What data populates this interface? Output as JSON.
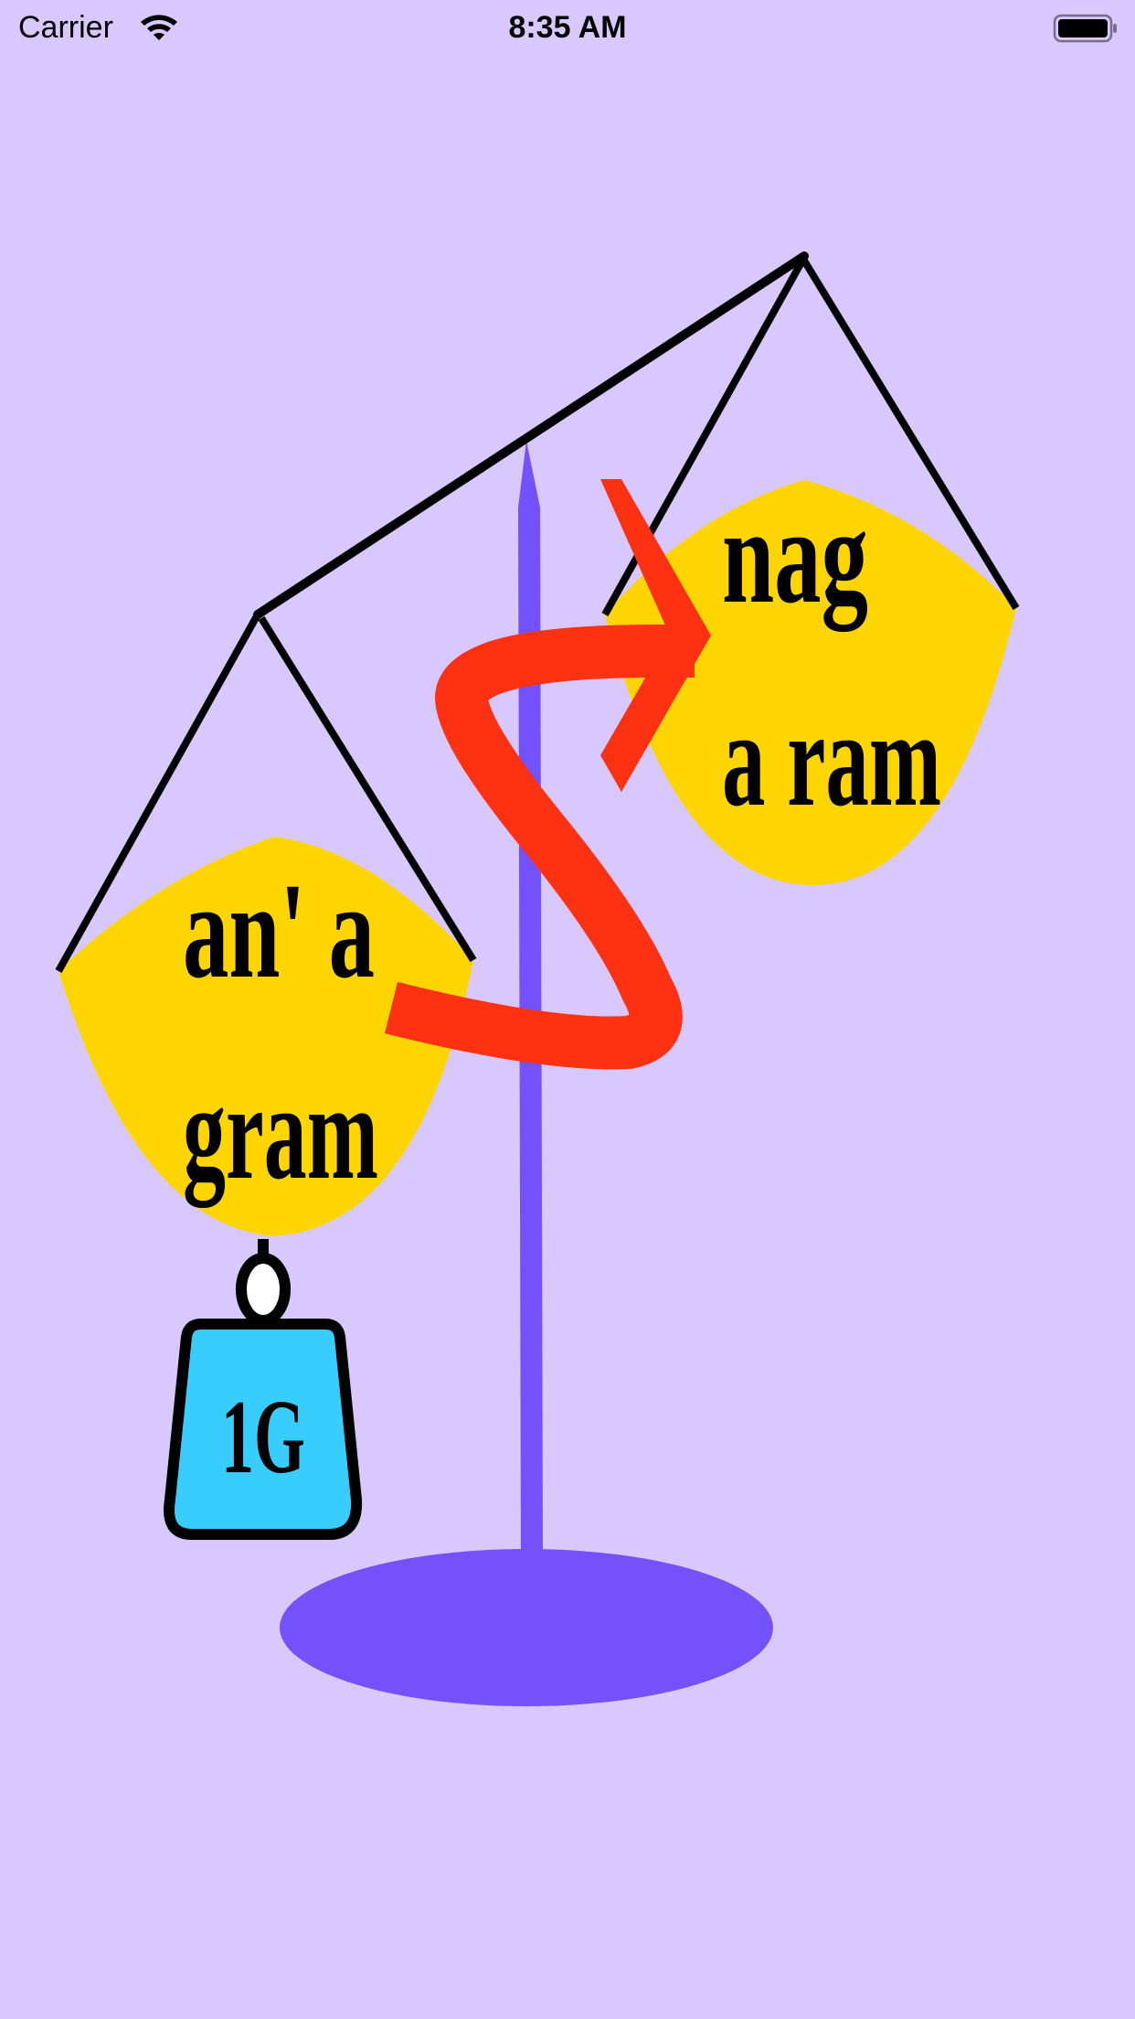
{
  "status_bar": {
    "carrier": "Carrier",
    "time": "8:35 AM",
    "wifi_icon": "wifi-icon",
    "battery_icon": "battery-icon"
  },
  "scale": {
    "left_pan_line1": "an' a",
    "left_pan_line2": "gram",
    "right_pan_line1": "nag",
    "right_pan_line2": "a ram",
    "weight_label": "1G",
    "arrow_icon": "curved-arrow-icon"
  },
  "colors": {
    "background": "#d9c8fd",
    "pole": "#7452fb",
    "pan": "#ffd500",
    "weight": "#38cdfd",
    "arrow": "#ff3113",
    "lines": "#000000"
  }
}
